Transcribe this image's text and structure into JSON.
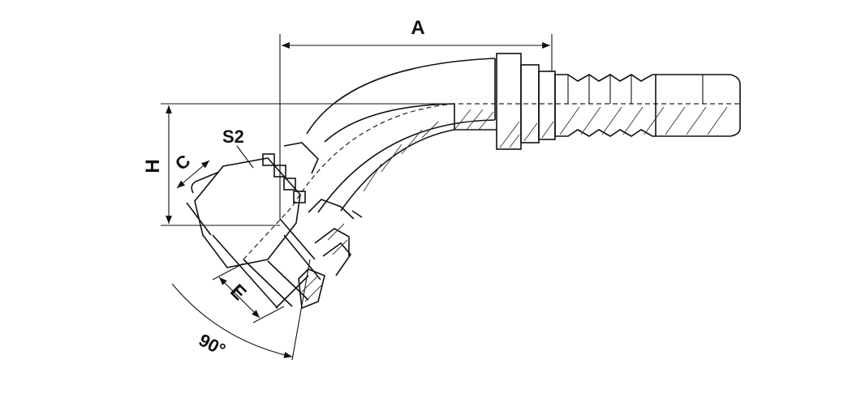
{
  "diagram": {
    "labels": {
      "a": "A",
      "h": "H",
      "c": "C",
      "s2": "S2",
      "e": "E",
      "angle": "90°"
    }
  }
}
